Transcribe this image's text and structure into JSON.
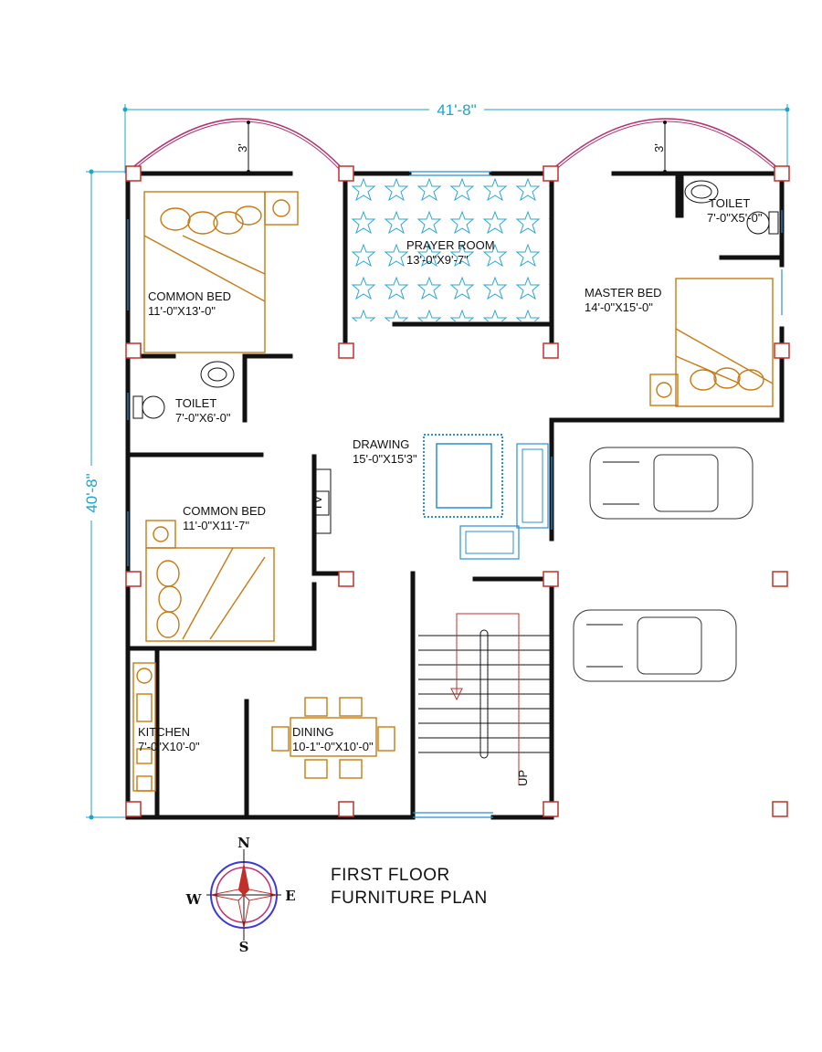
{
  "dimensions": {
    "width_label": "41'-8\"",
    "height_label": "40'-8\"",
    "arch_left_label": "3'",
    "arch_right_label": "3'"
  },
  "rooms": {
    "common_bed_1": {
      "name": "COMMON BED",
      "size": "11'-0\"X13'-0\""
    },
    "prayer_room": {
      "name": "PRAYER ROOM",
      "size": "13'-0\"X9'-7\""
    },
    "toilet_right": {
      "name": "TOILET",
      "size": "7'-0\"X5'-0\""
    },
    "master_bed": {
      "name": "MASTER  BED",
      "size": "14'-0\"X15'-0\""
    },
    "toilet_left": {
      "name": "TOILET",
      "size": "7'-0\"X6'-0\""
    },
    "drawing": {
      "name": "DRAWING",
      "size": "15'-0\"X15'3\""
    },
    "common_bed_2": {
      "name": "COMMON BED",
      "size": "11'-0\"X11'-7\""
    },
    "kitchen": {
      "name": "KITCHEN",
      "size": "7'-0\"X10'-0\""
    },
    "dining": {
      "name": "DINING",
      "size": "10-1\"-0\"X10'-0\""
    }
  },
  "labels": {
    "tv": "TV",
    "stair_up": "UP"
  },
  "title": {
    "line1": "FIRST FLOOR",
    "line2": "FURNITURE PLAN"
  },
  "compass": {
    "n": "N",
    "s": "S",
    "e": "E",
    "w": "W"
  },
  "colors": {
    "dimension": "#1aa6c9",
    "arch": "#b0306e",
    "furniture": "#c77a12",
    "column": "#c0302a",
    "tile": "#2aa6d6"
  }
}
